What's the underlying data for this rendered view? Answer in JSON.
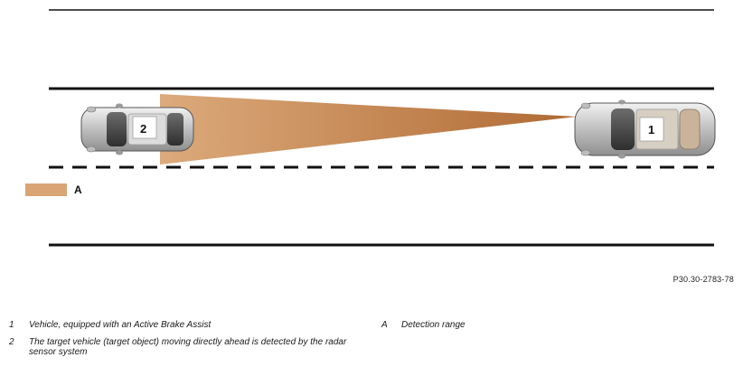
{
  "diagram": {
    "vehicle_1_number": "1",
    "vehicle_2_number": "2",
    "legend_letter": "A",
    "reference_code": "P30.30-2783-78",
    "colors": {
      "detection_range_light": "#d9a574",
      "detection_range_dark": "#b06a34",
      "legend_swatch": "#d9a574",
      "road_line": "#111111",
      "car_body": "#c9c9c9"
    }
  },
  "captions": [
    {
      "number": "1",
      "text": "Vehicle, equipped with an Active Brake Assist"
    },
    {
      "number": "2",
      "text": "The target vehicle (target object) moving directly ahead is detected by the radar sensor system"
    },
    {
      "number": "A",
      "text": "Detection range"
    }
  ]
}
